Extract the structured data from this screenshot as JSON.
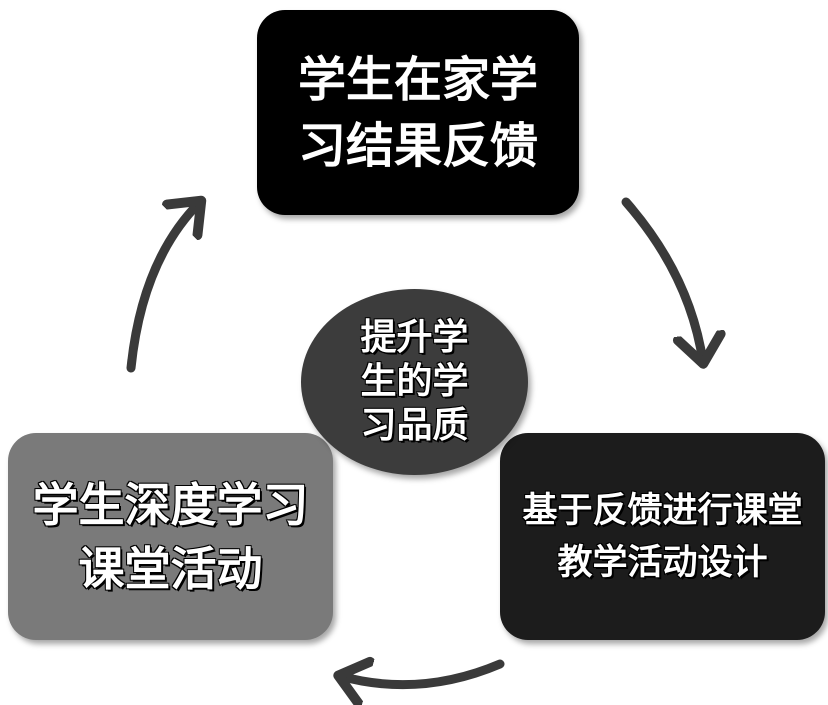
{
  "nodes": {
    "top": {
      "label": "学生在家学习结果反馈",
      "color": "#000000"
    },
    "right": {
      "label": "基于反馈进行课堂教学活动设计",
      "color": "#1c1c1c"
    },
    "left": {
      "label": "学生深度学习课堂活动",
      "color": "#7a7a7a"
    },
    "center": {
      "label": "提升学生的学习品质",
      "color": "#3c3c3c"
    }
  },
  "arrows": {
    "color": "#3a3a3a",
    "flow": [
      "top-to-right",
      "right-to-left",
      "left-to-top"
    ]
  }
}
